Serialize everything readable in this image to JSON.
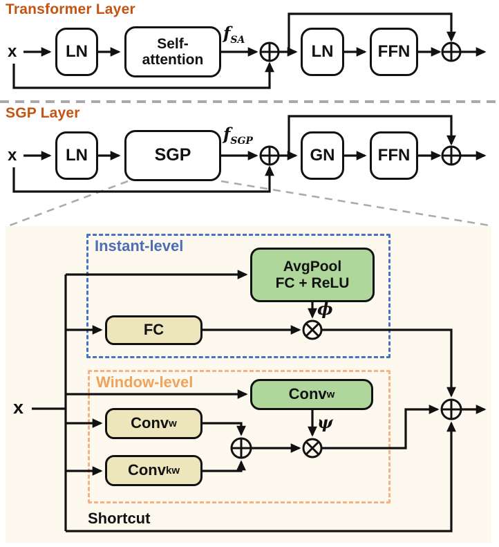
{
  "colors": {
    "heading_orange": "#C55411",
    "panel_background": "#FDF9EE",
    "green_block": "#AFD79B",
    "yellow_block": "#EDE6BC",
    "instant_dashed_blue": "#4472C4",
    "instant_label_blue": "#4C6DB4",
    "window_dashed_orange": "#F5B183",
    "window_label_orange": "#F0A35C",
    "wire_black": "#111111",
    "divider_gray": "#A9A9A9"
  },
  "transformer": {
    "title": "Transformer Layer",
    "input": "x",
    "ln1": "LN",
    "sa_line1": "Self-",
    "sa_line2": "attention",
    "f_base": "f",
    "f_sub": "SA",
    "ln2": "LN",
    "ffn": "FFN"
  },
  "sgp": {
    "title": "SGP Layer",
    "input": "x",
    "ln": "LN",
    "sgp": "SGP",
    "f_base": "f",
    "f_sub": "SGP",
    "gn": "GN",
    "ffn": "FFN"
  },
  "detail": {
    "input": "x",
    "instant_label": "Instant-level",
    "avgpool_line1": "AvgPool",
    "avgpool_line2": "FC + ReLU",
    "fc": "FC",
    "phi": "ϕ",
    "window_label": "Window-level",
    "green_conv_base": "Conv",
    "green_conv_sub": "w",
    "conv_w_base": "Conv",
    "conv_w_sub": "w",
    "conv_kw_base": "Conv",
    "conv_kw_sub": "kw",
    "psi": "ψ",
    "shortcut": "Shortcut"
  }
}
